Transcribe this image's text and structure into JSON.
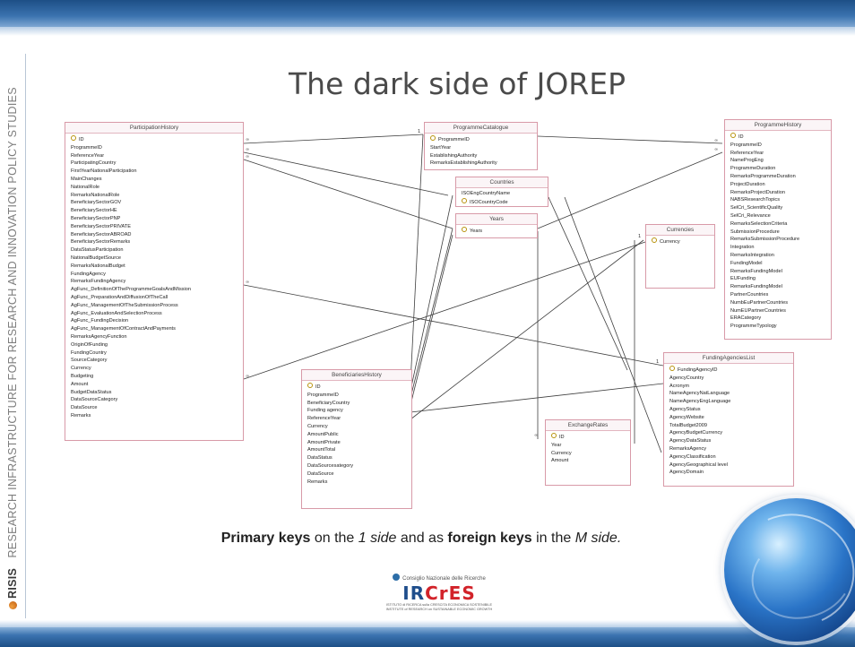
{
  "slide": {
    "title": "The dark side of JOREP",
    "sidebar": {
      "brand": "RISIS",
      "tagline": "RESEARCH INFRASTRUCTURE FOR RESEARCH AND INNOVATION POLICY STUDIES"
    },
    "caption": {
      "part1": "Primary keys",
      "part2": " on the ",
      "part3": "1 side",
      "part4": " and as ",
      "part5": "foreign keys",
      "part6": " in the ",
      "part7": "M side."
    },
    "footer_logo": {
      "header": "Consiglio Nazionale delle Ricerche",
      "mark_part1": "IR",
      "mark_part2": "CrES",
      "sub1": "ISTITUTO di RICERCA sulla CRESCITA ECONOMICA SOSTENIBILE",
      "sub2": "INSTITUTE of RESEARCH on SUSTAINABLE ECONOMIC GROWTH"
    }
  },
  "tables": {
    "participation_history": {
      "name": "ParticipationHistory",
      "fields": [
        "ID",
        "ProgrammeID",
        "ReferenceYear",
        "ParticipatingCountry",
        "FirstYearNationalParticipation",
        "MainChanges",
        "NationalRole",
        "RemarksNationalRole",
        "BeneficiarySectorGOV",
        "BeneficiarySectorHE",
        "BeneficiarySectorPNP",
        "BeneficiarySectorPRIVATE",
        "BeneficiarySectorABROAD",
        "BeneficiarySectorRemarks",
        "DataStatusParticipation",
        "NationalBudgetSource",
        "RemarksNationalBudget",
        "FundingAgency",
        "RemarksFundingAgency",
        "AgFunc_DefinitionOfTheProgrammeGoalsAndMission",
        "AgFunc_PreparationAndDiffusionOfTheCall",
        "AgFunc_ManagementOfTheSubmissionProcess",
        "AgFunc_EvaluationAndSelectionProcess",
        "AgFunc_FundingDecision",
        "AgFunc_ManagementOfContractAndPayments",
        "RemarksAgencyFunction",
        "OriginOfFunding",
        "FundingCountry",
        "SourceCategory",
        "Currency",
        "Budgeting",
        "Amount",
        "BudgetDataStatus",
        "DataSourceCategory",
        "DataSource",
        "Remarks"
      ]
    },
    "programme_catalogue": {
      "name": "ProgrammeCatalogue",
      "fields": [
        "ProgrammeID",
        "StartYear",
        "EstablishingAuthority",
        "RemarksEstablishingAuthority"
      ]
    },
    "countries": {
      "name": "Countries",
      "fields": [
        "ISOEngCountryName",
        "ISOCountryCode"
      ]
    },
    "years": {
      "name": "Years",
      "fields": [
        "Years"
      ]
    },
    "currencies": {
      "name": "Currencies",
      "fields": [
        "Currency"
      ]
    },
    "programme_history": {
      "name": "ProgrammeHistory",
      "fields": [
        "ID",
        "ProgrammeID",
        "ReferenceYear",
        "NameProgEng",
        "ProgrammeDuration",
        "RemarksProgrammeDuration",
        "ProjectDuration",
        "RemarksProjectDuration",
        "NABSResearchTopics",
        "SelCri_ScientificQuality",
        "SelCri_Relevance",
        "RemarksSelectionCriteria",
        "SubmissionProcedure",
        "RemarksSubmissionProcedure",
        "Integration",
        "RemarksIntegration",
        "FundingModel",
        "RemarksFundingModel",
        "EUFunding",
        "RemarksFundingModel",
        "PartnerCountries",
        "NumbEuPartnerCountries",
        "NumEUPartnerCountries",
        "ERACategory",
        "ProgrammeTypology"
      ]
    },
    "beneficiaries_history": {
      "name": "BeneficiariesHistory",
      "fields": [
        "ID",
        "ProgrammeID",
        "BeneficiaryCountry",
        "Funding agency",
        "ReferenceYear",
        "Currency",
        "AmountPublic",
        "AmountPrivate",
        "AmountTotal",
        "DataStatus",
        "DataSourcesategory",
        "DataSource",
        "Remarks"
      ]
    },
    "exchange_rates": {
      "name": "ExchangeRates",
      "fields": [
        "ID",
        "Year",
        "Currency",
        "Amount"
      ]
    },
    "funding_agencies_list": {
      "name": "FundingAgenciesList",
      "fields": [
        "FundingAgencyID",
        "AgencyCountry",
        "Acronym",
        "NameAgencyNatLanguage",
        "NameAgencyEngLanguage",
        "AgencyStatus",
        "AgencyWebsite",
        "TotalBudget2009",
        "AgencyBudgetCurrency",
        "AgencyDataStatus",
        "RemarksAgency",
        "AgencyClassification",
        "AgencyGeographical level",
        "AgencyDomain"
      ]
    },
    "primary_keys": {
      "participation_history": [
        "ID"
      ],
      "programme_catalogue": [
        "ProgrammeID"
      ],
      "countries": [
        "ISOCountryCode"
      ],
      "years": [
        "Years"
      ],
      "currencies": [
        "Currency"
      ],
      "programme_history": [
        "ID"
      ],
      "beneficiaries_history": [
        "ID"
      ],
      "exchange_rates": [
        "ID"
      ],
      "funding_agencies_list": [
        "FundingAgencyID"
      ]
    }
  },
  "relationship_labels": {
    "one": "1",
    "many": "∞"
  },
  "colors": {
    "band": "#2a5f9e",
    "table_border": "#d89aa8",
    "line": "#444444",
    "title": "#4a4a4a"
  }
}
